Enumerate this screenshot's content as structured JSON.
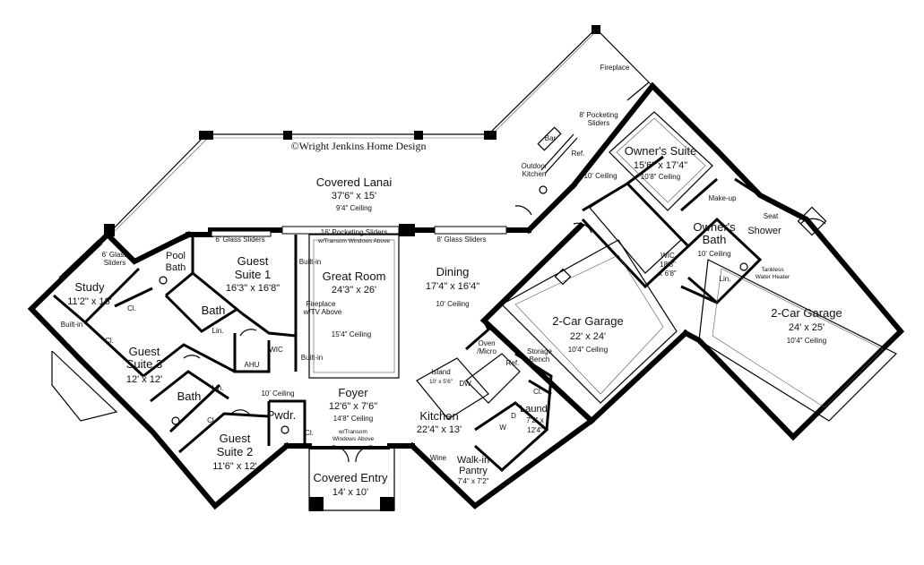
{
  "copyright": "©Wright Jenkins Home Design",
  "rooms": {
    "covered_lanai": {
      "name": "Covered Lanai",
      "dims": "37'6\" x 15'",
      "ceiling": "9'4\" Ceiling"
    },
    "great_room": {
      "name": "Great Room",
      "dims": "24'3\" x 26'",
      "ceiling": "15'4\" Ceiling"
    },
    "dining": {
      "name": "Dining",
      "dims": "17'4\" x 16'4\"",
      "ceiling": "10' Ceiling"
    },
    "study": {
      "name": "Study",
      "dims": "11'2\" x 16'"
    },
    "guest_suite_1": {
      "name_line1": "Guest",
      "name_line2": "Suite 1",
      "dims": "16'3\" x 16'8\""
    },
    "guest_suite_2": {
      "name_line1": "Guest",
      "name_line2": "Suite 2",
      "dims": "11'6\" x 12'"
    },
    "guest_suite_3": {
      "name_line1": "Guest",
      "name_line2": "Suite 3",
      "dims": "12' x 12'"
    },
    "foyer": {
      "name": "Foyer",
      "dims": "12'6\" x 7'6\"",
      "ceiling": "14'8\" Ceiling"
    },
    "covered_entry": {
      "name": "Covered Entry",
      "dims": "14' x 10'"
    },
    "kitchen": {
      "name": "Kitchen",
      "dims": "22'4\" x 13'"
    },
    "island": {
      "name": "Island",
      "dims": "10' x 5'6\""
    },
    "walk_in_pantry": {
      "line1": "Walk-in",
      "line2": "Pantry",
      "dims": "7'4\" x 7'2\""
    },
    "garage_2car_a": {
      "name": "2-Car Garage",
      "dims": "22' x 24'",
      "ceiling": "10'4\" Ceiling"
    },
    "garage_2car_b": {
      "name": "2-Car Garage",
      "dims": "24' x 25'",
      "ceiling": "10'4\" Ceiling"
    },
    "owners_suite": {
      "name": "Owner's Suite",
      "dims": "15'6\" x 17'4\"",
      "ceiling": "10'8\" Ceiling"
    },
    "owners_bath": {
      "line1": "Owner's",
      "line2": "Bath",
      "ceiling": "10' Ceiling"
    },
    "wic_owner": {
      "name": "WIC",
      "dims1": "18'8\"",
      "dims2": "x 6'8\""
    },
    "laundry": {
      "name": "Laund.",
      "dims1": "7'2\" x",
      "dims2": "12'4\""
    },
    "outdoor_kitchen": {
      "line1": "Outdoor",
      "line2": "Kitchen"
    }
  },
  "labels": {
    "pool_bath_1": "Pool",
    "pool_bath_2": "Bath",
    "bath_a": "Bath",
    "bath_b": "Bath",
    "six_glass_sliders_a": "6' Glass Sliders",
    "six_glass_sliders_b1": "6' Glass",
    "six_glass_sliders_b2": "Sliders",
    "pocketing_sliders_16": "16' Pocketing Sliders",
    "transom_windows": "w/Transom Windows Above",
    "eight_glass_sliders": "8' Glass Sliders",
    "eight_pocketing_sliders_1": "8' Pocketing",
    "eight_pocketing_sliders_2": "Sliders",
    "fireplace_lanai": "Fireplace",
    "fireplace_gr_1": "Fireplace",
    "fireplace_gr_2": "w/TV Above",
    "built_in_gr_top": "Built-in",
    "built_in_gr_bot": "Built-in",
    "built_in_study": "Built-in",
    "bar": "Bar",
    "ref_outdoor": "Ref.",
    "ceiling_10_outdoor": "10' Ceiling",
    "ceiling_10_foyer": "10' Ceiling",
    "pwdr": "Pwdr.",
    "ahu": "AHU",
    "wic_guest": "WIC",
    "cl_study": "Cl.",
    "cl_gs3": "Cl.",
    "cl_gs2": "Cl.",
    "cl_foyer": "Cl.",
    "cl_laundry": "Cl.",
    "lin_a": "Lin.",
    "lin_b": "Lin.",
    "lin_c": "Lin.",
    "foyer_transom_1": "w/Transom",
    "foyer_transom_2": "Windows Above",
    "oven_micro_1": "Oven",
    "oven_micro_2": "/Micro",
    "ref_kitchen": "Ref.",
    "storage_bench_1": "Storage",
    "storage_bench_2": "Bench",
    "dw": "DW",
    "wine": "Wine",
    "washer": "W",
    "dryer": "D",
    "make_up": "Make-up",
    "seat": "Seat",
    "shower": "Shower",
    "tankless_1": "Tankless",
    "tankless_2": "Water Heater"
  }
}
